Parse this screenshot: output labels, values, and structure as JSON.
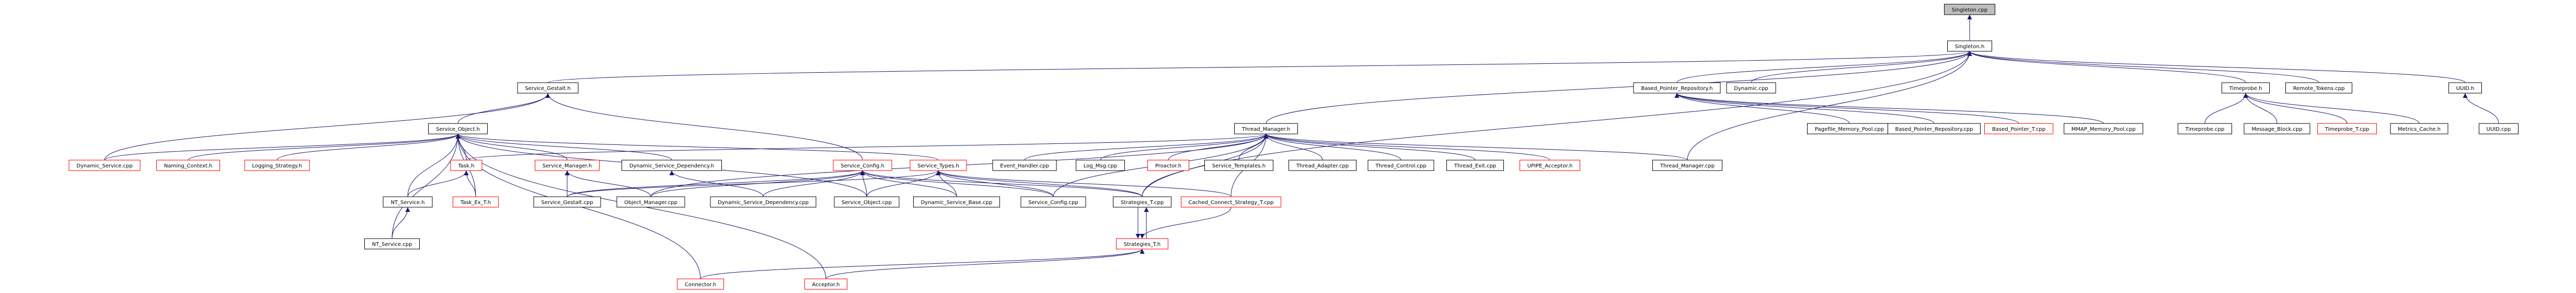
{
  "colors": {
    "edge": "#191970",
    "border_normal": "#000000",
    "border_undocumented": "#ff0000",
    "fill_normal": "#ffffff",
    "fill_root": "#bfbfbf"
  },
  "nodes": [
    {
      "id": "singleton_cpp",
      "label": "Singleton.cpp",
      "style": "root"
    },
    {
      "id": "singleton_h",
      "label": "Singleton.h",
      "style": "normal"
    },
    {
      "id": "service_gestalt_h",
      "label": "Service_Gestalt.h",
      "style": "normal"
    },
    {
      "id": "based_pointer_repository_h",
      "label": "Based_Pointer_Repository.h",
      "style": "normal"
    },
    {
      "id": "dynamic_cpp",
      "label": "Dynamic.cpp",
      "style": "normal"
    },
    {
      "id": "timeprobe_h",
      "label": "Timeprobe.h",
      "style": "normal"
    },
    {
      "id": "remote_tokens_cpp",
      "label": "Remote_Tokens.cpp",
      "style": "normal"
    },
    {
      "id": "uuid_h",
      "label": "UUID.h",
      "style": "normal"
    },
    {
      "id": "service_object_h",
      "label": "Service_Object.h",
      "style": "normal"
    },
    {
      "id": "thread_manager_h",
      "label": "Thread_Manager.h",
      "style": "normal"
    },
    {
      "id": "pagefile_memory_pool_cpp",
      "label": "Pagefile_Memory_Pool.cpp",
      "style": "normal"
    },
    {
      "id": "based_pointer_repository_cpp",
      "label": "Based_Pointer_Repository.cpp",
      "style": "normal"
    },
    {
      "id": "based_pointer_t_cpp",
      "label": "Based_Pointer_T.cpp",
      "style": "undocumented"
    },
    {
      "id": "mmap_memory_pool_cpp",
      "label": "MMAP_Memory_Pool.cpp",
      "style": "normal"
    },
    {
      "id": "timeprobe_cpp",
      "label": "Timeprobe.cpp",
      "style": "normal"
    },
    {
      "id": "message_block_cpp",
      "label": "Message_Block.cpp",
      "style": "normal"
    },
    {
      "id": "timeprobe_t_cpp",
      "label": "Timeprobe_T.cpp",
      "style": "undocumented"
    },
    {
      "id": "metrics_cache_h",
      "label": "Metrics_Cache.h",
      "style": "normal"
    },
    {
      "id": "uuid_cpp",
      "label": "UUID.cpp",
      "style": "normal"
    },
    {
      "id": "dynamic_service_cpp",
      "label": "Dynamic_Service.cpp",
      "style": "undocumented"
    },
    {
      "id": "naming_context_h",
      "label": "Naming_Context.h",
      "style": "undocumented"
    },
    {
      "id": "logging_strategy_h",
      "label": "Logging_Strategy.h",
      "style": "undocumented"
    },
    {
      "id": "task_h",
      "label": "Task.h",
      "style": "undocumented"
    },
    {
      "id": "service_manager_h",
      "label": "Service_Manager.h",
      "style": "undocumented"
    },
    {
      "id": "dynamic_service_dependency_h",
      "label": "Dynamic_Service_Dependency.h",
      "style": "normal"
    },
    {
      "id": "service_config_h",
      "label": "Service_Config.h",
      "style": "undocumented"
    },
    {
      "id": "service_types_h",
      "label": "Service_Types.h",
      "style": "undocumented"
    },
    {
      "id": "event_handler_cpp",
      "label": "Event_Handler.cpp",
      "style": "normal"
    },
    {
      "id": "log_msg_cpp",
      "label": "Log_Msg.cpp",
      "style": "normal"
    },
    {
      "id": "proactor_h",
      "label": "Proactor.h",
      "style": "undocumented"
    },
    {
      "id": "service_templates_h",
      "label": "Service_Templates.h",
      "style": "normal"
    },
    {
      "id": "thread_adapter_cpp",
      "label": "Thread_Adapter.cpp",
      "style": "normal"
    },
    {
      "id": "thread_control_cpp",
      "label": "Thread_Control.cpp",
      "style": "normal"
    },
    {
      "id": "thread_exit_cpp",
      "label": "Thread_Exit.cpp",
      "style": "normal"
    },
    {
      "id": "upipe_acceptor_h",
      "label": "UPIPE_Acceptor.h",
      "style": "undocumented"
    },
    {
      "id": "thread_manager_cpp",
      "label": "Thread_Manager.cpp",
      "style": "normal"
    },
    {
      "id": "task_ex_t_h",
      "label": "Task_Ex_T.h",
      "style": "undocumented"
    },
    {
      "id": "nt_service_h",
      "label": "NT_Service.h",
      "style": "normal"
    },
    {
      "id": "service_gestalt_cpp",
      "label": "Service_Gestalt.cpp",
      "style": "normal"
    },
    {
      "id": "object_manager_cpp",
      "label": "Object_Manager.cpp",
      "style": "normal"
    },
    {
      "id": "dynamic_service_dependency_cpp",
      "label": "Dynamic_Service_Dependency.cpp",
      "style": "normal"
    },
    {
      "id": "service_object_cpp",
      "label": "Service_Object.cpp",
      "style": "normal"
    },
    {
      "id": "dynamic_service_base_cpp",
      "label": "Dynamic_Service_Base.cpp",
      "style": "normal"
    },
    {
      "id": "service_config_cpp",
      "label": "Service_Config.cpp",
      "style": "normal"
    },
    {
      "id": "strategies_t_cpp",
      "label": "Strategies_T.cpp",
      "style": "normal"
    },
    {
      "id": "cached_connect_strategy_t_cpp",
      "label": "Cached_Connect_Strategy_T.cpp",
      "style": "undocumented"
    },
    {
      "id": "nt_service_cpp",
      "label": "NT_Service.cpp",
      "style": "normal"
    },
    {
      "id": "strategies_t_h",
      "label": "Strategies_T.h",
      "style": "undocumented"
    },
    {
      "id": "connector_h",
      "label": "Connector.h",
      "style": "undocumented"
    },
    {
      "id": "acceptor_h",
      "label": "Acceptor.h",
      "style": "undocumented"
    }
  ],
  "edges": [
    [
      "singleton_h",
      "singleton_cpp"
    ],
    [
      "service_gestalt_h",
      "singleton_h"
    ],
    [
      "based_pointer_repository_h",
      "singleton_h"
    ],
    [
      "dynamic_cpp",
      "singleton_h"
    ],
    [
      "timeprobe_h",
      "singleton_h"
    ],
    [
      "remote_tokens_cpp",
      "singleton_h"
    ],
    [
      "uuid_h",
      "singleton_h"
    ],
    [
      "thread_manager_h",
      "singleton_h"
    ],
    [
      "thread_manager_cpp",
      "singleton_h"
    ],
    [
      "strategies_t_cpp",
      "singleton_h"
    ],
    [
      "service_object_h",
      "service_gestalt_h"
    ],
    [
      "service_config_h",
      "service_gestalt_h"
    ],
    [
      "dynamic_service_cpp",
      "service_gestalt_h"
    ],
    [
      "pagefile_memory_pool_cpp",
      "based_pointer_repository_h"
    ],
    [
      "based_pointer_repository_cpp",
      "based_pointer_repository_h"
    ],
    [
      "based_pointer_t_cpp",
      "based_pointer_repository_h"
    ],
    [
      "mmap_memory_pool_cpp",
      "based_pointer_repository_h"
    ],
    [
      "timeprobe_cpp",
      "timeprobe_h"
    ],
    [
      "message_block_cpp",
      "timeprobe_h"
    ],
    [
      "timeprobe_t_cpp",
      "timeprobe_h"
    ],
    [
      "metrics_cache_h",
      "timeprobe_h"
    ],
    [
      "uuid_cpp",
      "uuid_h"
    ],
    [
      "dynamic_service_cpp",
      "service_object_h"
    ],
    [
      "naming_context_h",
      "service_object_h"
    ],
    [
      "logging_strategy_h",
      "service_object_h"
    ],
    [
      "task_h",
      "service_object_h"
    ],
    [
      "service_manager_h",
      "service_object_h"
    ],
    [
      "dynamic_service_dependency_h",
      "service_object_h"
    ],
    [
      "service_types_h",
      "service_object_h"
    ],
    [
      "nt_service_h",
      "service_object_h"
    ],
    [
      "task_ex_t_h",
      "service_object_h"
    ],
    [
      "nt_service_cpp",
      "service_object_h"
    ],
    [
      "connector_h",
      "service_object_h"
    ],
    [
      "acceptor_h",
      "service_object_h"
    ],
    [
      "service_object_cpp",
      "service_object_h"
    ],
    [
      "task_h",
      "thread_manager_h"
    ],
    [
      "event_handler_cpp",
      "thread_manager_h"
    ],
    [
      "log_msg_cpp",
      "thread_manager_h"
    ],
    [
      "proactor_h",
      "thread_manager_h"
    ],
    [
      "service_templates_h",
      "thread_manager_h"
    ],
    [
      "thread_adapter_cpp",
      "thread_manager_h"
    ],
    [
      "thread_control_cpp",
      "thread_manager_h"
    ],
    [
      "thread_exit_cpp",
      "thread_manager_h"
    ],
    [
      "upipe_acceptor_h",
      "thread_manager_h"
    ],
    [
      "thread_manager_cpp",
      "thread_manager_h"
    ],
    [
      "object_manager_cpp",
      "thread_manager_h"
    ],
    [
      "service_config_cpp",
      "thread_manager_h"
    ],
    [
      "strategies_t_cpp",
      "thread_manager_h"
    ],
    [
      "cached_connect_strategy_t_cpp",
      "thread_manager_h"
    ],
    [
      "task_ex_t_h",
      "task_h"
    ],
    [
      "nt_service_h",
      "task_h"
    ],
    [
      "service_gestalt_cpp",
      "service_manager_h"
    ],
    [
      "object_manager_cpp",
      "service_manager_h"
    ],
    [
      "dynamic_service_dependency_cpp",
      "dynamic_service_dependency_h"
    ],
    [
      "service_gestalt_cpp",
      "service_config_h"
    ],
    [
      "object_manager_cpp",
      "service_config_h"
    ],
    [
      "dynamic_service_dependency_cpp",
      "service_config_h"
    ],
    [
      "service_object_cpp",
      "service_config_h"
    ],
    [
      "dynamic_service_base_cpp",
      "service_config_h"
    ],
    [
      "service_config_cpp",
      "service_config_h"
    ],
    [
      "strategies_t_cpp",
      "service_config_h"
    ],
    [
      "service_gestalt_cpp",
      "service_types_h"
    ],
    [
      "service_object_cpp",
      "service_types_h"
    ],
    [
      "dynamic_service_base_cpp",
      "service_types_h"
    ],
    [
      "service_config_cpp",
      "service_types_h"
    ],
    [
      "strategies_t_cpp",
      "service_types_h"
    ],
    [
      "cached_connect_strategy_t_cpp",
      "service_types_h"
    ],
    [
      "nt_service_cpp",
      "nt_service_h"
    ],
    [
      "strategies_t_cpp",
      "strategies_t_h"
    ],
    [
      "strategies_t_h",
      "strategies_t_cpp"
    ],
    [
      "connector_h",
      "strategies_t_h"
    ],
    [
      "acceptor_h",
      "strategies_t_h"
    ],
    [
      "cached_connect_strategy_t_cpp",
      "strategies_t_h"
    ]
  ]
}
